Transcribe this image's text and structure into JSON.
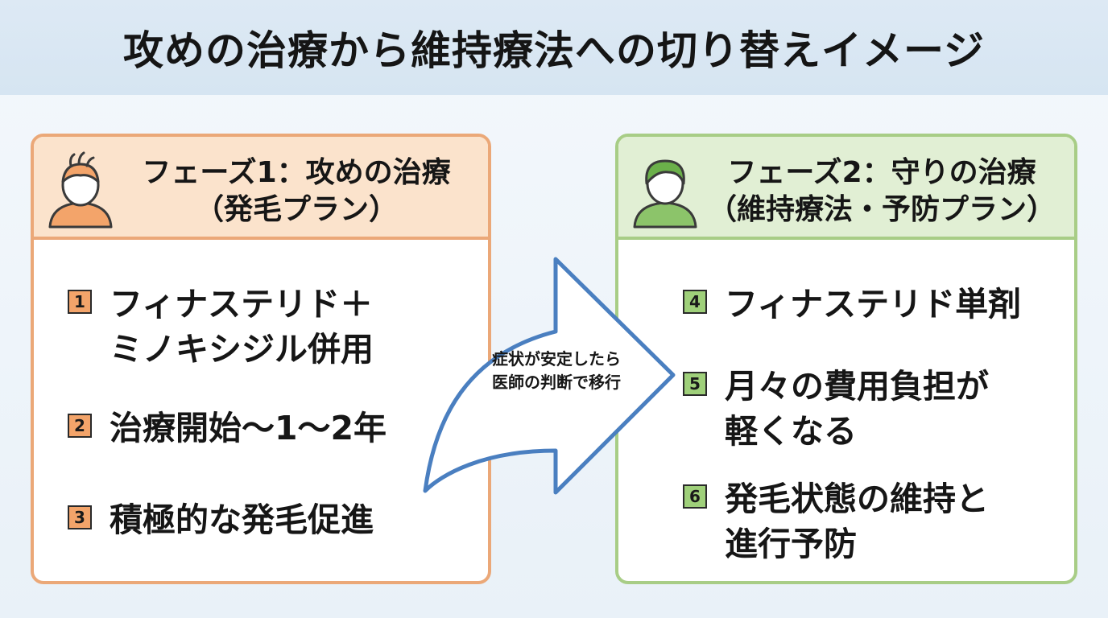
{
  "title": "攻めの治療から維持療法への切り替えイメージ",
  "phase1": {
    "title_line1": "フェーズ1：攻めの治療",
    "title_line2": "（発毛プラン）",
    "avatar_icon": "person-with-hair-icon",
    "accent_color": "#eba878",
    "items": [
      {
        "number": "1",
        "line1": "フィナステリド＋",
        "line2": "ミノキシジル併用"
      },
      {
        "number": "2",
        "line1": "治療開始〜1〜2年"
      },
      {
        "number": "3",
        "line1": "積極的な発毛促進"
      }
    ]
  },
  "phase2": {
    "title_line1": "フェーズ2：守りの治療",
    "title_line2": "（維持療法・予防プラン）",
    "avatar_icon": "person-icon",
    "accent_color": "#a8cd86",
    "items": [
      {
        "number": "4",
        "line1": "フィナステリド単剤"
      },
      {
        "number": "5",
        "line1": "月々の費用負担が",
        "line2": "軽くなる"
      },
      {
        "number": "6",
        "line1": "発毛状態の維持と",
        "line2": "進行予防"
      }
    ]
  },
  "transition": {
    "line1": "症状が安定したら",
    "line2": "医師の判断で移行",
    "arrow_color": "#4a7fc0"
  }
}
